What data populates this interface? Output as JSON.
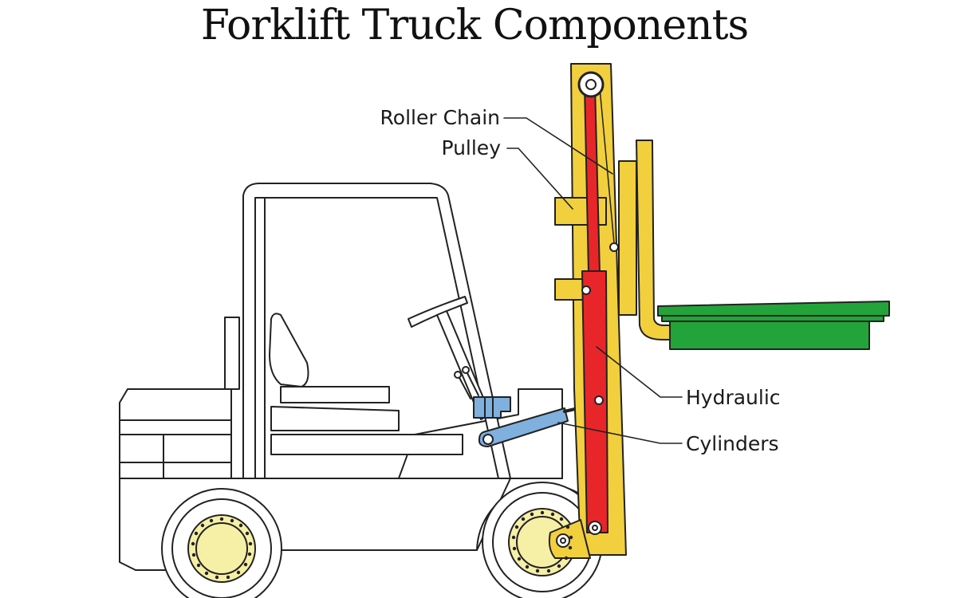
{
  "title": "Forklift Truck Components",
  "labels": {
    "roller_chain": "Roller Chain",
    "pulley": "Pulley",
    "hydraulic": "Hydraulic",
    "cylinders": "Cylinders"
  },
  "colors": {
    "mast": "#f2cf3d",
    "hydraulic_cylinder": "#e8262a",
    "tilt_cylinder": "#7fb0de",
    "pallet": "#22a43a",
    "wheel_hub": "#f6efa6",
    "outline": "#222222"
  }
}
